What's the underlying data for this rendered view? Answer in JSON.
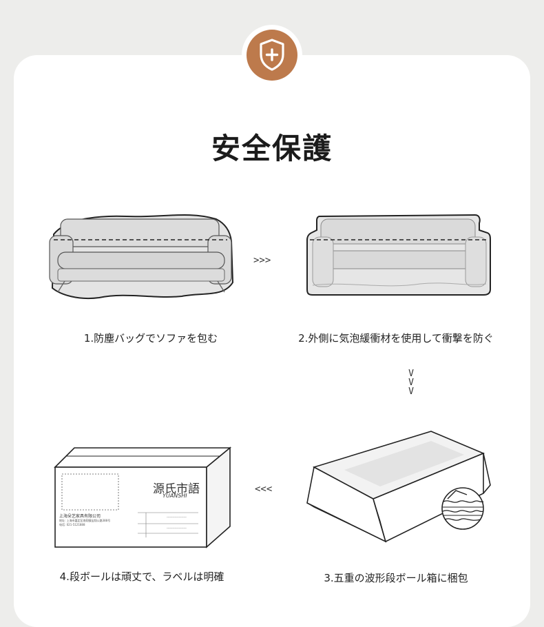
{
  "title": "安全保護",
  "badge_icon": "shield-plus-icon",
  "colors": {
    "accent": "#bd7a4c",
    "background": "#ededeb",
    "card": "#ffffff"
  },
  "steps": [
    {
      "caption": "1.防塵バッグでソファを包む"
    },
    {
      "caption": "2.外側に気泡緩衝材を使用して衝撃を防ぐ"
    },
    {
      "caption": "3.五重の波形段ボール箱に梱包"
    },
    {
      "caption": "4.段ボールは頑丈で、ラベルは明確"
    }
  ],
  "arrows": {
    "right": ">>>",
    "left": "<<<",
    "down": [
      "V",
      "V",
      "V"
    ]
  },
  "box_label": {
    "brand": "源氏市語",
    "brand_sub": "YUANSHI",
    "company": "上海朵艺家具有限公司",
    "addr_label": "地址: 上海市嘉定区南翔镇宝翔公路388号",
    "tel_label": "电话: 021-5121888"
  }
}
